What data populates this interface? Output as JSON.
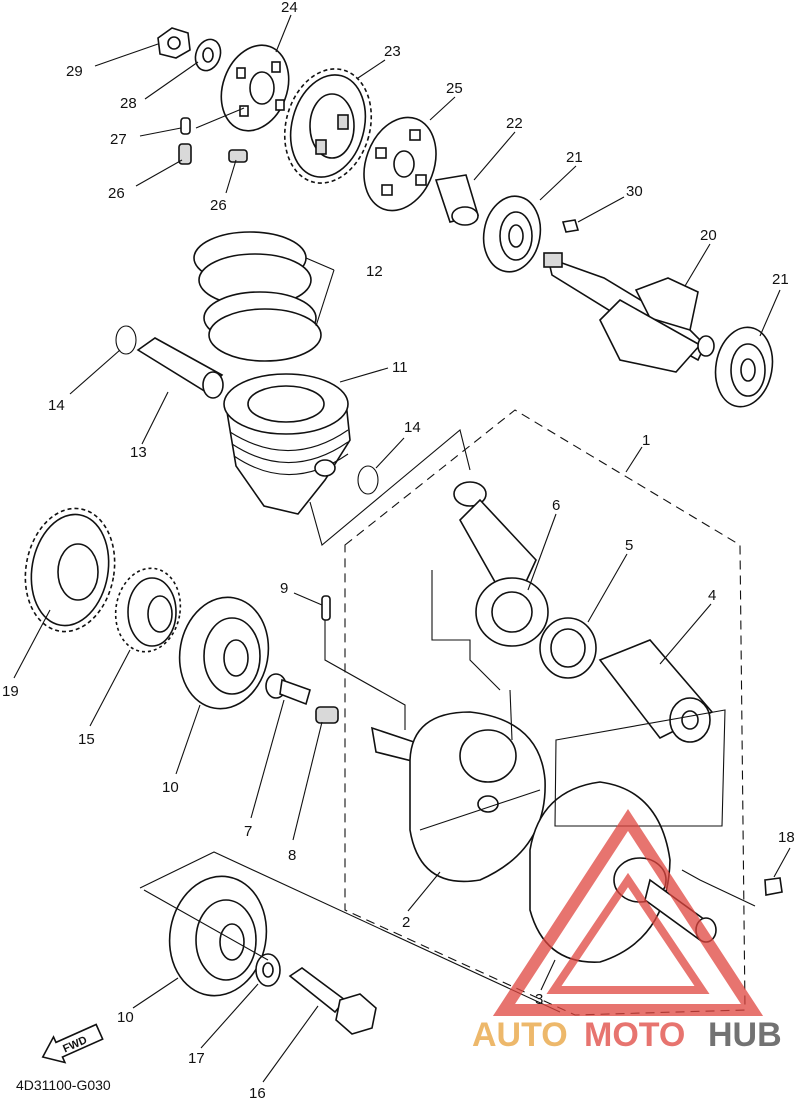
{
  "diagram_code": "4D31100-G030",
  "direction_label": "FWD",
  "watermark": {
    "part1": "AUTO",
    "part2": "MOTO",
    "part3": "HUB",
    "color_accent": "#e8a13a",
    "color_primary": "#e0463f",
    "color_dark": "#444444"
  },
  "callouts": {
    "c1": "1",
    "c2": "2",
    "c3": "3",
    "c4": "4",
    "c5": "5",
    "c6": "6",
    "c7": "7",
    "c8": "8",
    "c9": "9",
    "c10a": "10",
    "c10b": "10",
    "c11": "11",
    "c12": "12",
    "c13": "13",
    "c14a": "14",
    "c14b": "14",
    "c15": "15",
    "c16": "16",
    "c17": "17",
    "c18": "18",
    "c19": "19",
    "c20": "20",
    "c21a": "21",
    "c21b": "21",
    "c22": "22",
    "c23": "23",
    "c24": "24",
    "c25": "25",
    "c26a": "26",
    "c26b": "26",
    "c27": "27",
    "c28": "28",
    "c29": "29",
    "c30": "30"
  }
}
